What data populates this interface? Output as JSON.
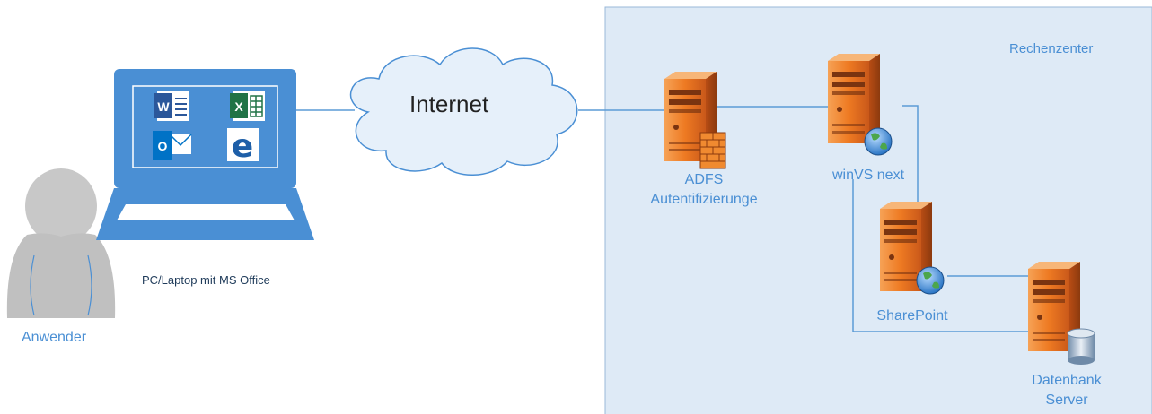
{
  "diagram": {
    "datacenter_label": "Rechenzenter",
    "cloud_label": "Internet",
    "user_label": "Anwender",
    "laptop_label": "PC/Laptop mit MS Office",
    "nodes": {
      "adfs": [
        "ADFS",
        "Autentifizierunge"
      ],
      "winvs": "winVS next",
      "sharepoint": "SharePoint",
      "database": [
        "Datenbank",
        "Server"
      ]
    },
    "office_apps": [
      {
        "name": "word-icon",
        "letter": "W",
        "color": "#2b579a"
      },
      {
        "name": "excel-icon",
        "letter": "X",
        "color": "#217346"
      },
      {
        "name": "outlook-icon",
        "letter": "O",
        "color": "#0072c6"
      },
      {
        "name": "edge-icon",
        "letter": "e",
        "color": "#1e5fa8"
      }
    ],
    "colors": {
      "datacenter_fill": "#deeaf6",
      "datacenter_border": "#9ab8d8",
      "laptop": "#4a8fd4",
      "server_orange": "#f08a30",
      "link": "#5b9bd5",
      "user": "#c8c8c8"
    }
  }
}
